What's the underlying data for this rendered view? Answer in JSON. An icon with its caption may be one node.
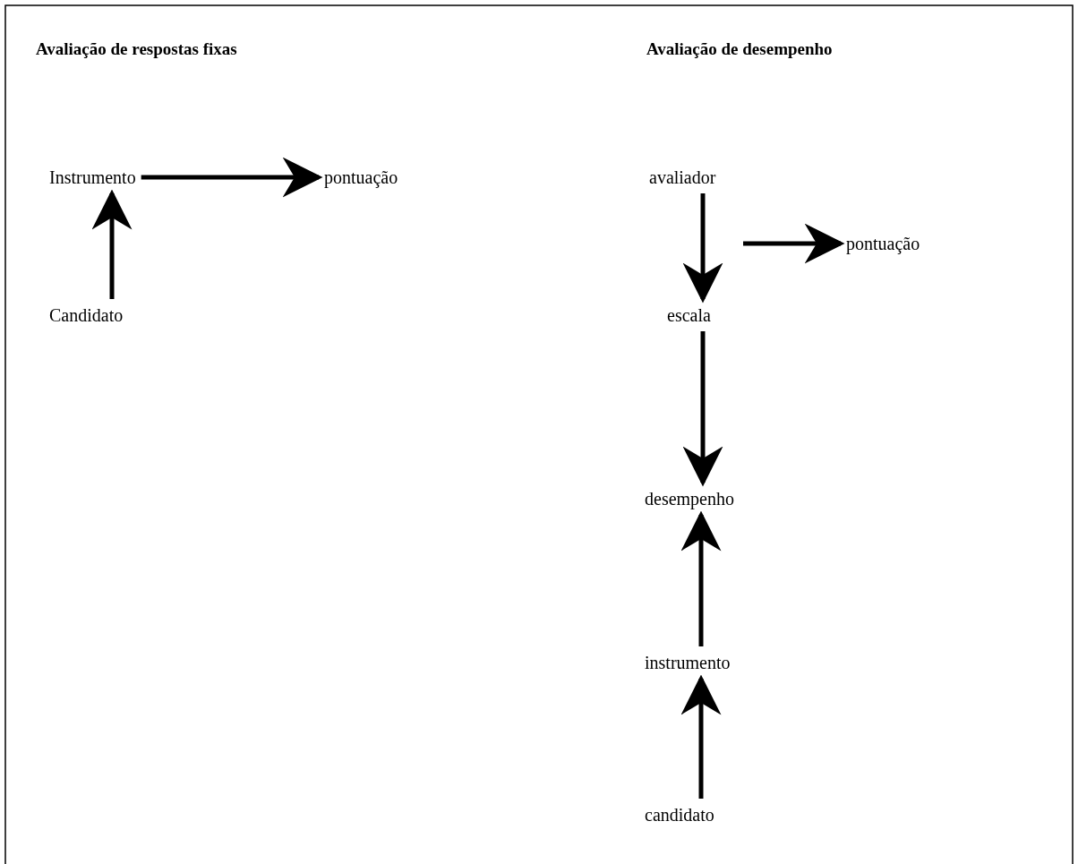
{
  "diagram": {
    "nodes": [
      {
        "text": [
          "Instrumento"
        ]
      },
      {
        "text": [
          "pontuação"
        ]
      },
      {
        "text": [
          "Candidato"
        ]
      },
      {
        "text": [
          "avaliador"
        ]
      },
      {
        "text": [
          "pontuação"
        ]
      },
      {
        "text": [
          "escala"
        ]
      },
      {
        "text": [
          "desempenho"
        ]
      },
      {
        "text": [
          "instrumento"
        ]
      },
      {
        "text": [
          "candidato"
        ]
      }
    ],
    "edges": [
      {
        "from": 0,
        "to": 1,
        "arrow": "to"
      },
      {
        "from": 2,
        "to": 0,
        "arrow": "to"
      },
      {
        "from": 3,
        "to": 5,
        "arrow": "to"
      },
      {
        "from": null,
        "to": 4,
        "arrow": "to"
      },
      {
        "from": 5,
        "to": 6,
        "arrow": "to"
      },
      {
        "from": 7,
        "to": 6,
        "arrow": "to"
      },
      {
        "from": 8,
        "to": 7,
        "arrow": "to"
      }
    ],
    "labels": [
      "Avaliação de respostas fixas",
      "Avaliação de desempenho"
    ]
  }
}
